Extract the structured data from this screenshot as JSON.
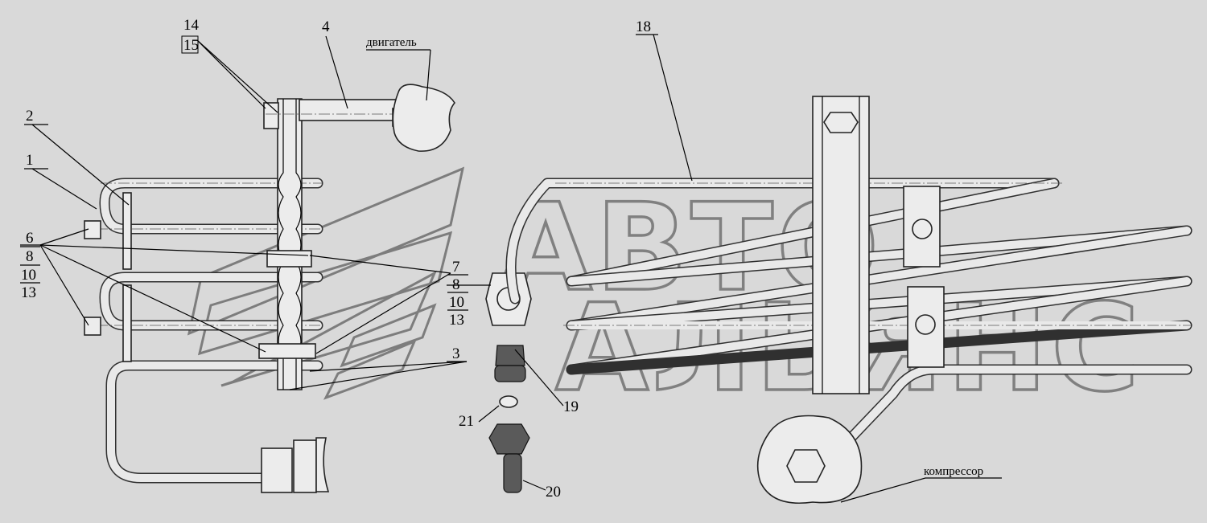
{
  "labels": {
    "l1": "1",
    "l2": "2",
    "l3": "3",
    "l4": "4",
    "l6": "6",
    "l6_8": "8",
    "l6_10": "10",
    "l6_13": "13",
    "l7": "7",
    "l7_8": "8",
    "l7_10": "10",
    "l7_13": "13",
    "l14": "14",
    "l15": "15",
    "l18": "18",
    "l19": "19",
    "l20": "20",
    "l21": "21"
  },
  "notes": {
    "engine": "двигатель",
    "compressor": "компрессор"
  },
  "watermark": {
    "line1": "АВТО",
    "line2": "АЛЬЯНС"
  }
}
